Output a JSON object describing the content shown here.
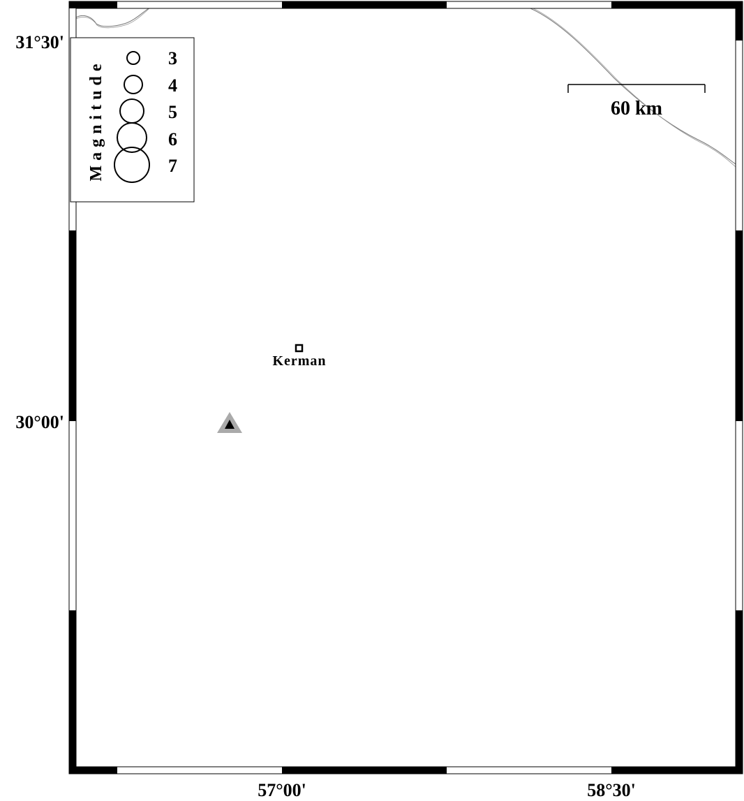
{
  "axes": {
    "lat_labels": [
      "31°30'",
      "30°00'"
    ],
    "lon_labels": [
      "57°00'",
      "58°30'"
    ]
  },
  "legend": {
    "title": "Magnitude",
    "items": [
      "3",
      "4",
      "5",
      "6",
      "7"
    ]
  },
  "scale_bar": {
    "label": "60 km"
  },
  "city": {
    "name": "Kerman",
    "icon": "square-marker-icon"
  },
  "station": {
    "icon": "triangle-station-icon",
    "outer_color": "#aaaaaa",
    "inner_color": "#000000"
  },
  "colors": {
    "frame": "#000000",
    "coastline": "#777777",
    "background": "#ffffff"
  }
}
